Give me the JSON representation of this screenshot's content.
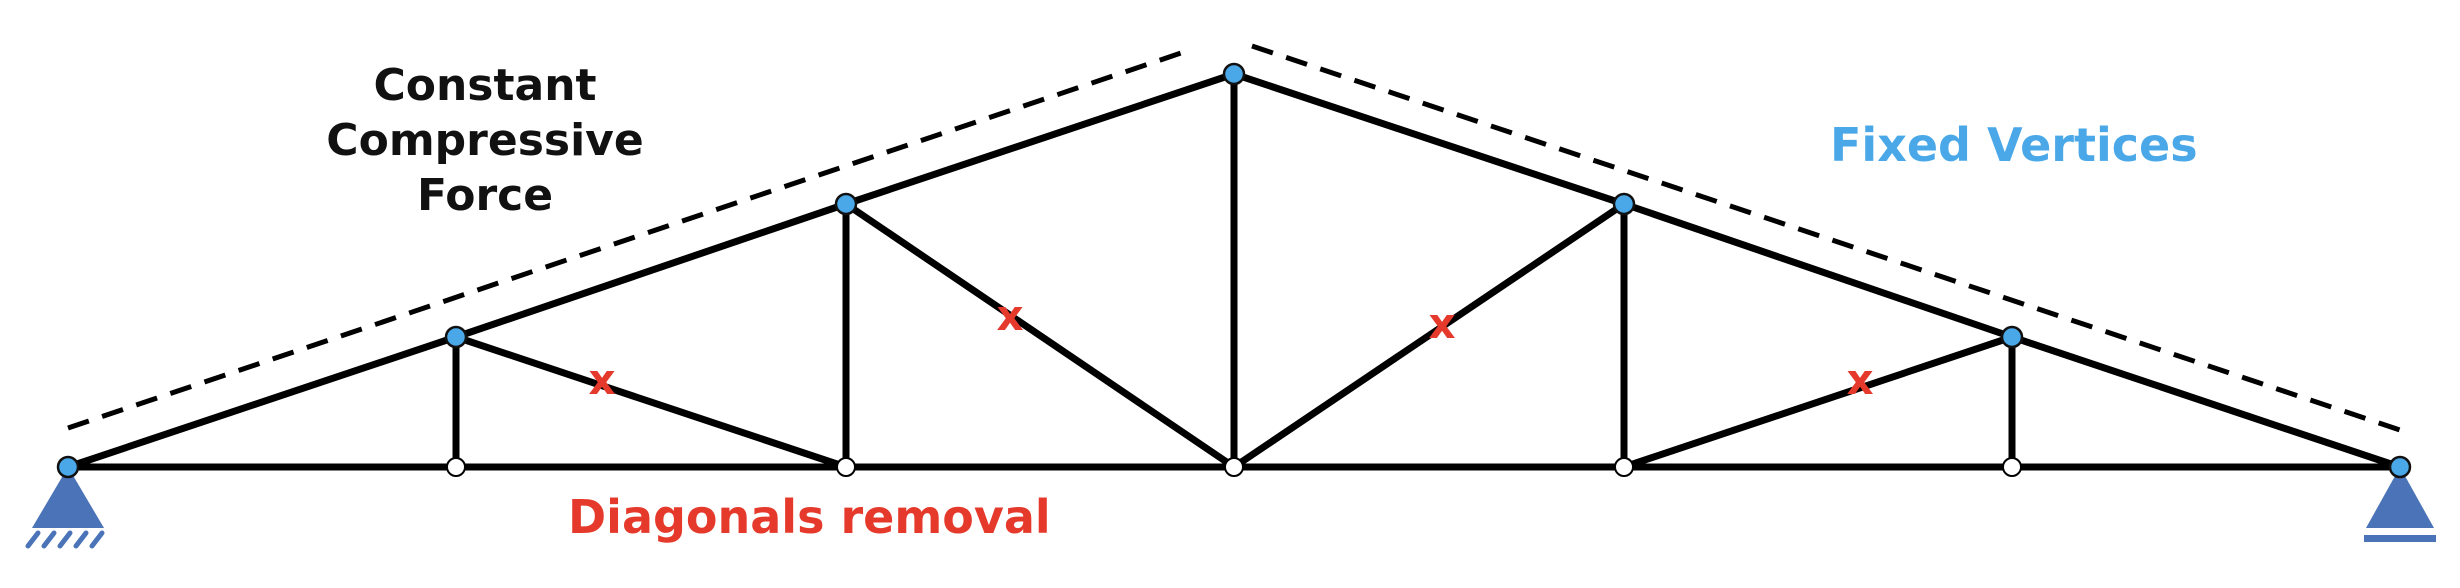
{
  "labels": {
    "compressive_line1": "Constant",
    "compressive_line2": "Compressive",
    "compressive_line3": "Force",
    "fixed_vertices": "Fixed Vertices",
    "diagonals_removal": "Diagonals removal"
  },
  "removal_marks": [
    "x",
    "x",
    "x",
    "x"
  ],
  "colors": {
    "members": "#000000",
    "fixed_vertex": "#4aa8e8",
    "free_vertex": "#ffffff",
    "support": "#4a73b8",
    "removal": "#e53a2b",
    "fixed_label": "#4aa8e8"
  },
  "icons": [
    "pin-support-icon",
    "roller-support-icon"
  ]
}
